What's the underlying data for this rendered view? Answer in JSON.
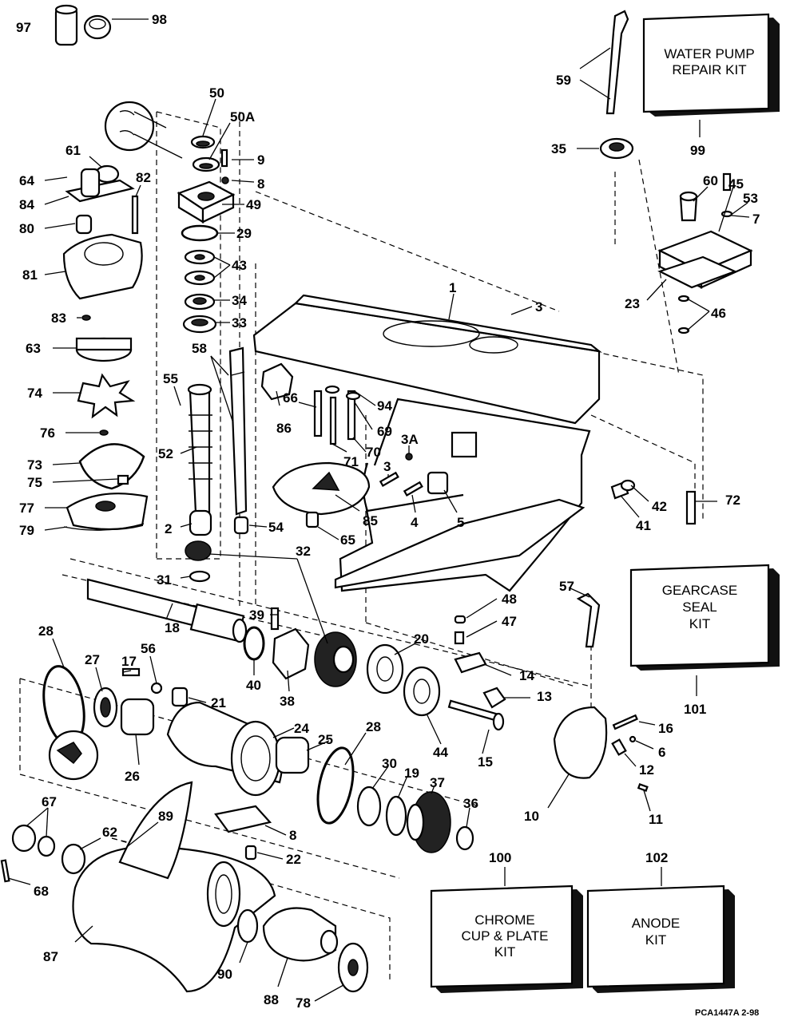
{
  "figure": {
    "reference": "PCA1447A   2-98"
  },
  "kits": [
    {
      "id": "water-pump-repair-kit",
      "lines": [
        "WATER PUMP",
        "REPAIR KIT"
      ],
      "number": "99"
    },
    {
      "id": "gearcase-seal-kit",
      "lines": [
        "GEARCASE",
        "SEAL",
        "KIT"
      ],
      "number": "101"
    },
    {
      "id": "chrome-cup-plate-kit",
      "lines": [
        "CHROME",
        "CUP & PLATE",
        "KIT"
      ],
      "number": "100"
    },
    {
      "id": "anode-kit",
      "lines": [
        "ANODE",
        "KIT"
      ],
      "number": "102"
    }
  ],
  "labels": {
    "l97": "97",
    "l98": "98",
    "l50": "50",
    "l50a": "50A",
    "l9": "9",
    "l8a": "8",
    "l49": "49",
    "l29": "29",
    "l43": "43",
    "l34": "34",
    "l33": "33",
    "l58": "58",
    "l55": "55",
    "l52": "52",
    "l2": "2",
    "l54": "54",
    "l32": "32",
    "l31": "31",
    "l61": "61",
    "l64": "64",
    "l84": "84",
    "l82": "82",
    "l80": "80",
    "l81": "81",
    "l83": "83",
    "l63": "63",
    "l74": "74",
    "l76": "76",
    "l73": "73",
    "l75": "75",
    "l77": "77",
    "l79": "79",
    "l59": "59",
    "l35": "35",
    "l60": "60",
    "l45": "45",
    "l53": "53",
    "l7": "7",
    "l23": "23",
    "l46": "46",
    "l1": "1",
    "l3a": "3",
    "l66": "66",
    "l94": "94",
    "l69": "69",
    "l86": "86",
    "l70": "70",
    "l71": "71",
    "l3A": "3A",
    "l3b": "3",
    "l4": "4",
    "l5": "5",
    "l85": "85",
    "l65": "65",
    "l42": "42",
    "l41": "41",
    "l72": "72",
    "l48": "48",
    "l47": "47",
    "l57": "57",
    "l39": "39",
    "l18": "18",
    "l28a": "28",
    "l27": "27",
    "l17": "17",
    "l56": "56",
    "l40": "40",
    "l38": "38",
    "l20": "20",
    "l14": "14",
    "l13": "13",
    "l21": "21",
    "l24": "24",
    "l26": "26",
    "l25": "25",
    "l28b": "28",
    "l44": "44",
    "l15": "15",
    "l16": "16",
    "l6": "6",
    "l12": "12",
    "l30": "30",
    "l19": "19",
    "l37": "37",
    "l36": "36",
    "l10": "10",
    "l11": "11",
    "l8b": "8",
    "l22": "22",
    "l67": "67",
    "l89": "89",
    "l62": "62",
    "l68": "68",
    "l87": "87",
    "l90": "90",
    "l88": "88",
    "l78": "78"
  }
}
